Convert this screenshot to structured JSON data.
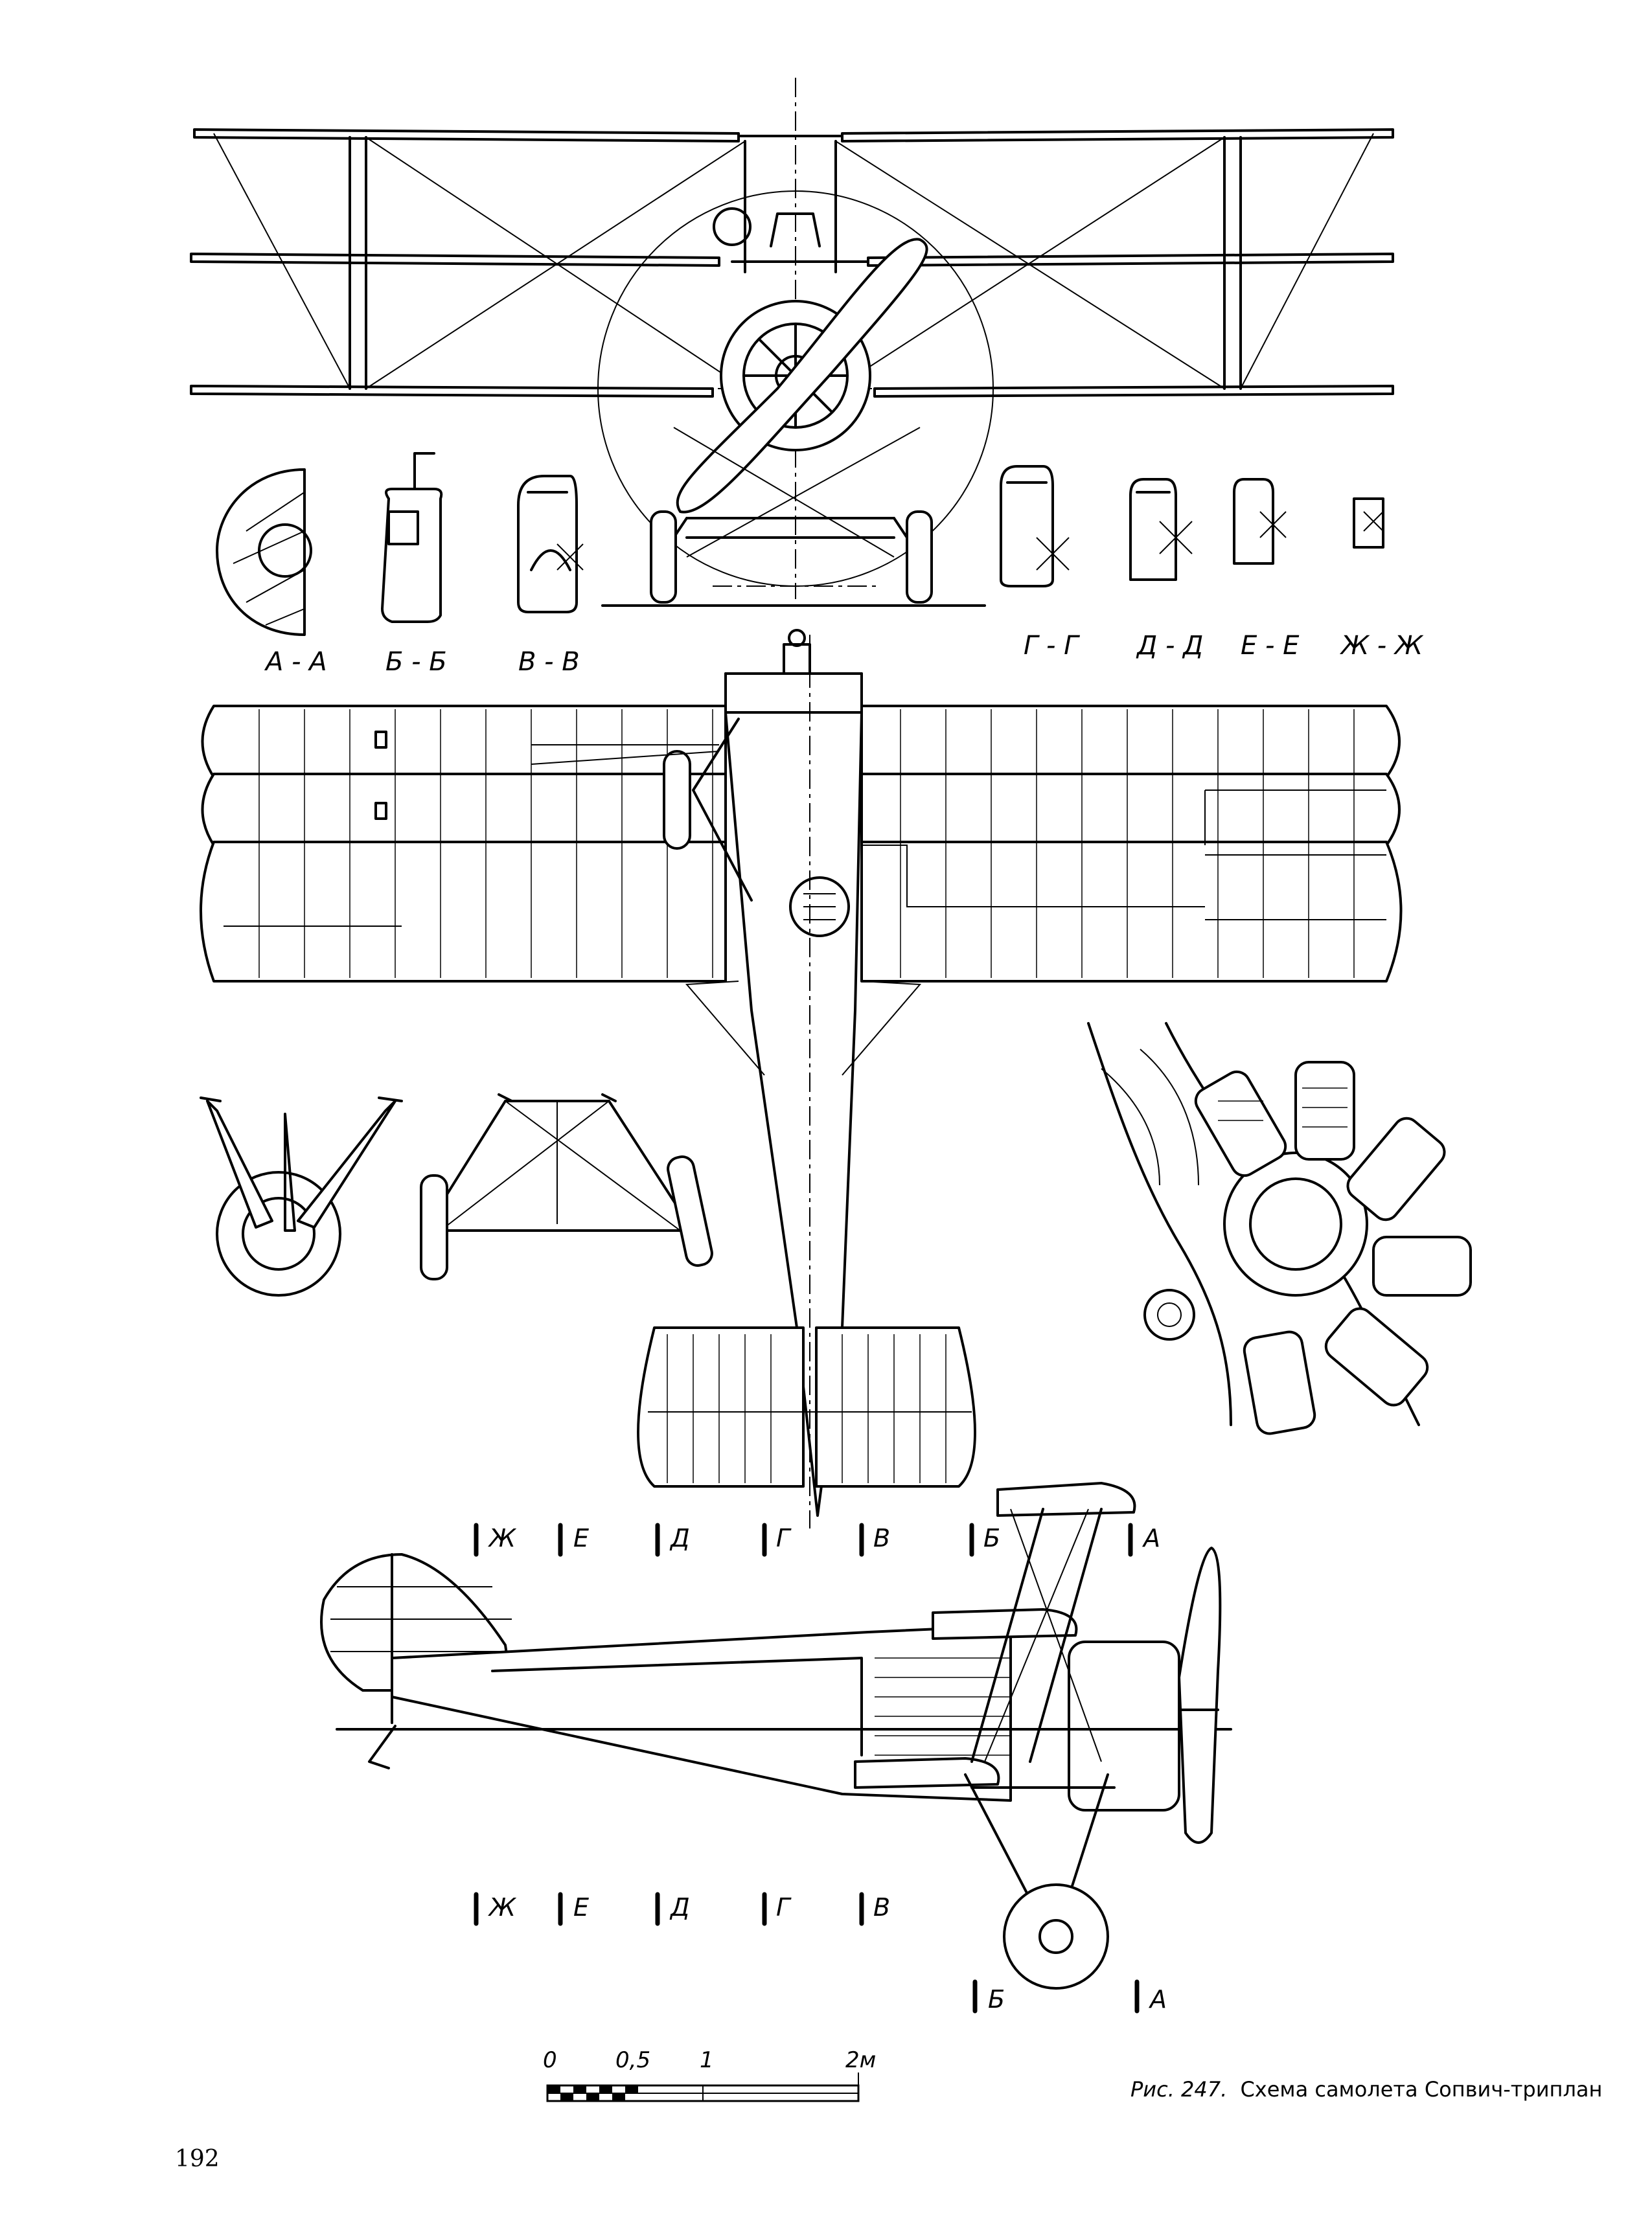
{
  "figure": {
    "caption_prefix": "Рис. 247.",
    "caption_text": "Схема самолета Сопвич-триплан",
    "page_number": "192"
  },
  "sections": [
    "А - А",
    "Б - Б",
    "В - В",
    "Г - Г",
    "Д - Д",
    "Е - Е",
    "Ж - Ж"
  ],
  "station_markers": [
    "Ж",
    "Е",
    "Д",
    "Г",
    "В",
    "Б",
    "А"
  ],
  "side_markers_lower": [
    "Ж",
    "Е",
    "Д",
    "Г",
    "В"
  ],
  "side_markers_bottom": [
    "Б",
    "А"
  ],
  "scale_bar": {
    "labels": [
      "0",
      "0,5",
      "1",
      "2м"
    ],
    "max_m": 2
  }
}
